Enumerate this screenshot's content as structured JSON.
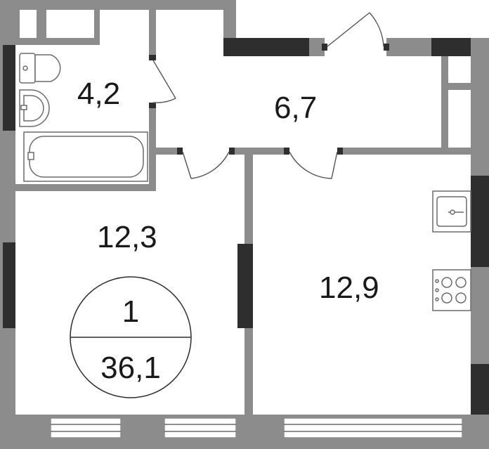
{
  "rooms": {
    "bathroom": {
      "area": "4,2"
    },
    "hall": {
      "area": "6,7"
    },
    "bedroom": {
      "area": "12,3"
    },
    "kitchen": {
      "area": "12,9"
    }
  },
  "summary": {
    "room_count": "1",
    "total_area": "36,1"
  },
  "colors": {
    "wall": "#8c8c8c",
    "wall_dark": "#2e2e2e",
    "fixture_stroke": "#6b6b6b",
    "background": "#ffffff"
  }
}
